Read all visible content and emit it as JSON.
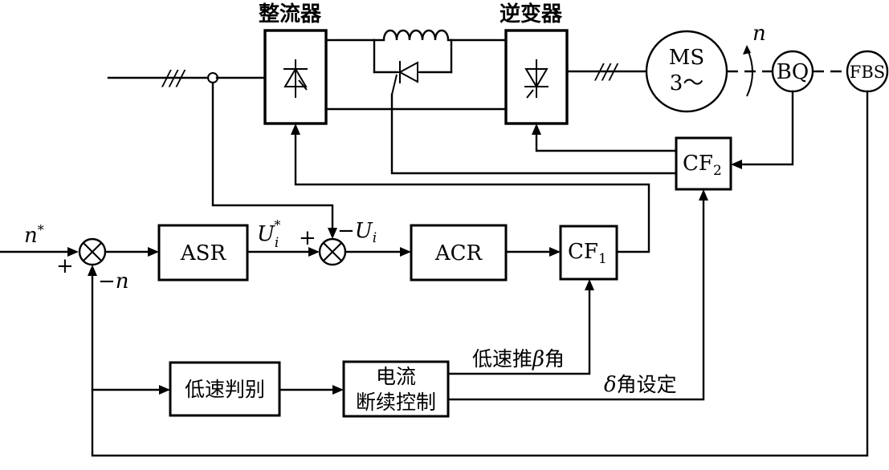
{
  "labels": {
    "rectifier_title": "整流器",
    "inverter_title": "逆变器",
    "motor_line1": "MS",
    "motor_line2": "3～",
    "speed_var": "n",
    "bq": "BQ",
    "fbs": "FBS",
    "cf2_main": "CF",
    "cf2_sub": "2",
    "cf1_main": "CF",
    "cf1_sub": "1",
    "asr": "ASR",
    "acr": "ACR",
    "n_star_main": "n",
    "n_star_sup": "*",
    "plus_1": "+",
    "minus_n": "−n",
    "ui_star_main": "U",
    "ui_star_sub": "i",
    "ui_star_sup": "*",
    "plus_2": "+",
    "minus_ui_main": "−U",
    "minus_ui_sub": "i",
    "low_speed_detect": "低速判别",
    "current_ctrl_line1": "电流",
    "current_ctrl_line2": "断续控制",
    "low_speed_push_prefix": "低速推",
    "low_speed_push_beta": "β",
    "low_speed_push_suffix": "角",
    "delta_symbol": "δ",
    "delta_text": "角设定",
    "three_phase_left": "///",
    "three_phase_right": "///"
  }
}
